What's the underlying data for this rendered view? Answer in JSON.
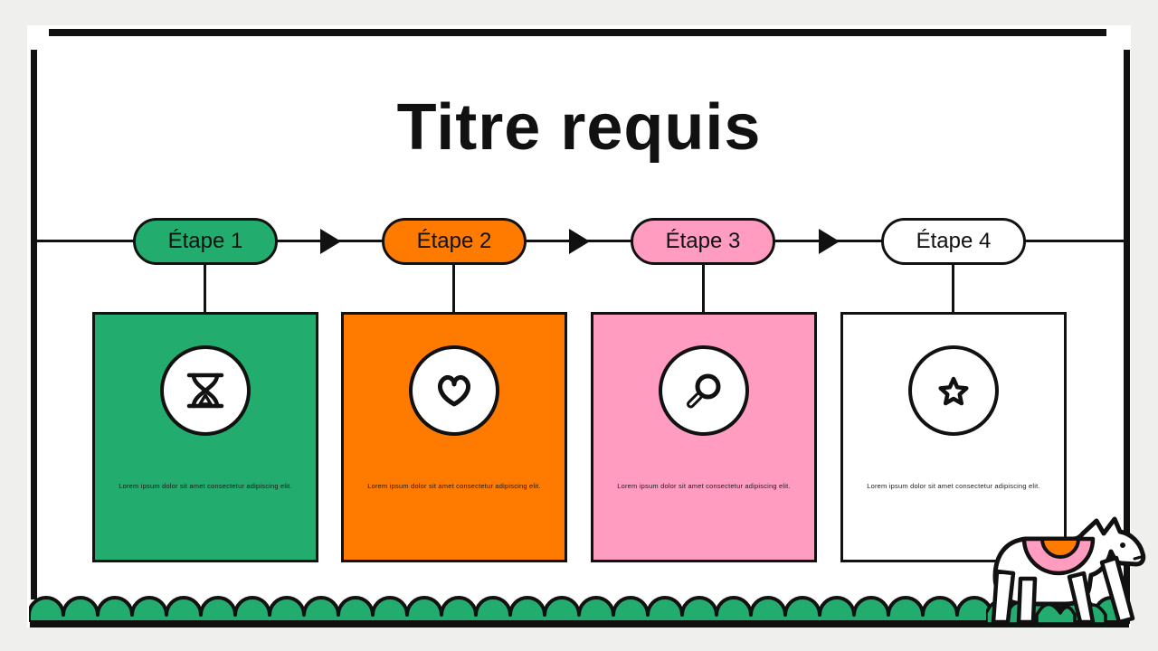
{
  "title": "Titre requis",
  "colors": {
    "background": "#EFEFED",
    "slide": "#FFFFFF",
    "outline": "#111111",
    "green": "#22AC6D",
    "orange": "#FF7B00",
    "pink": "#FF9CC0",
    "white": "#FFFFFF"
  },
  "steps": [
    {
      "label": "Étape 1",
      "fill": "#22AC6D",
      "icon": "hourglass-icon",
      "body": "Lorem ipsum dolor sit amet consectetur adipiscing elit."
    },
    {
      "label": "Étape 2",
      "fill": "#FF7B00",
      "icon": "heart-icon",
      "body": "Lorem ipsum dolor sit amet consectetur adipiscing elit."
    },
    {
      "label": "Étape 3",
      "fill": "#FF9CC0",
      "icon": "magnifier-icon",
      "body": "Lorem ipsum dolor sit amet consectetur adipiscing elit."
    },
    {
      "label": "Étape 4",
      "fill": "#FFFFFF",
      "icon": "star-icon",
      "body": "Lorem ipsum dolor sit amet consectetur adipiscing elit."
    }
  ],
  "decor": {
    "scallop_border_color": "#22AC6D",
    "horse_illustration": "horse-illustration"
  }
}
